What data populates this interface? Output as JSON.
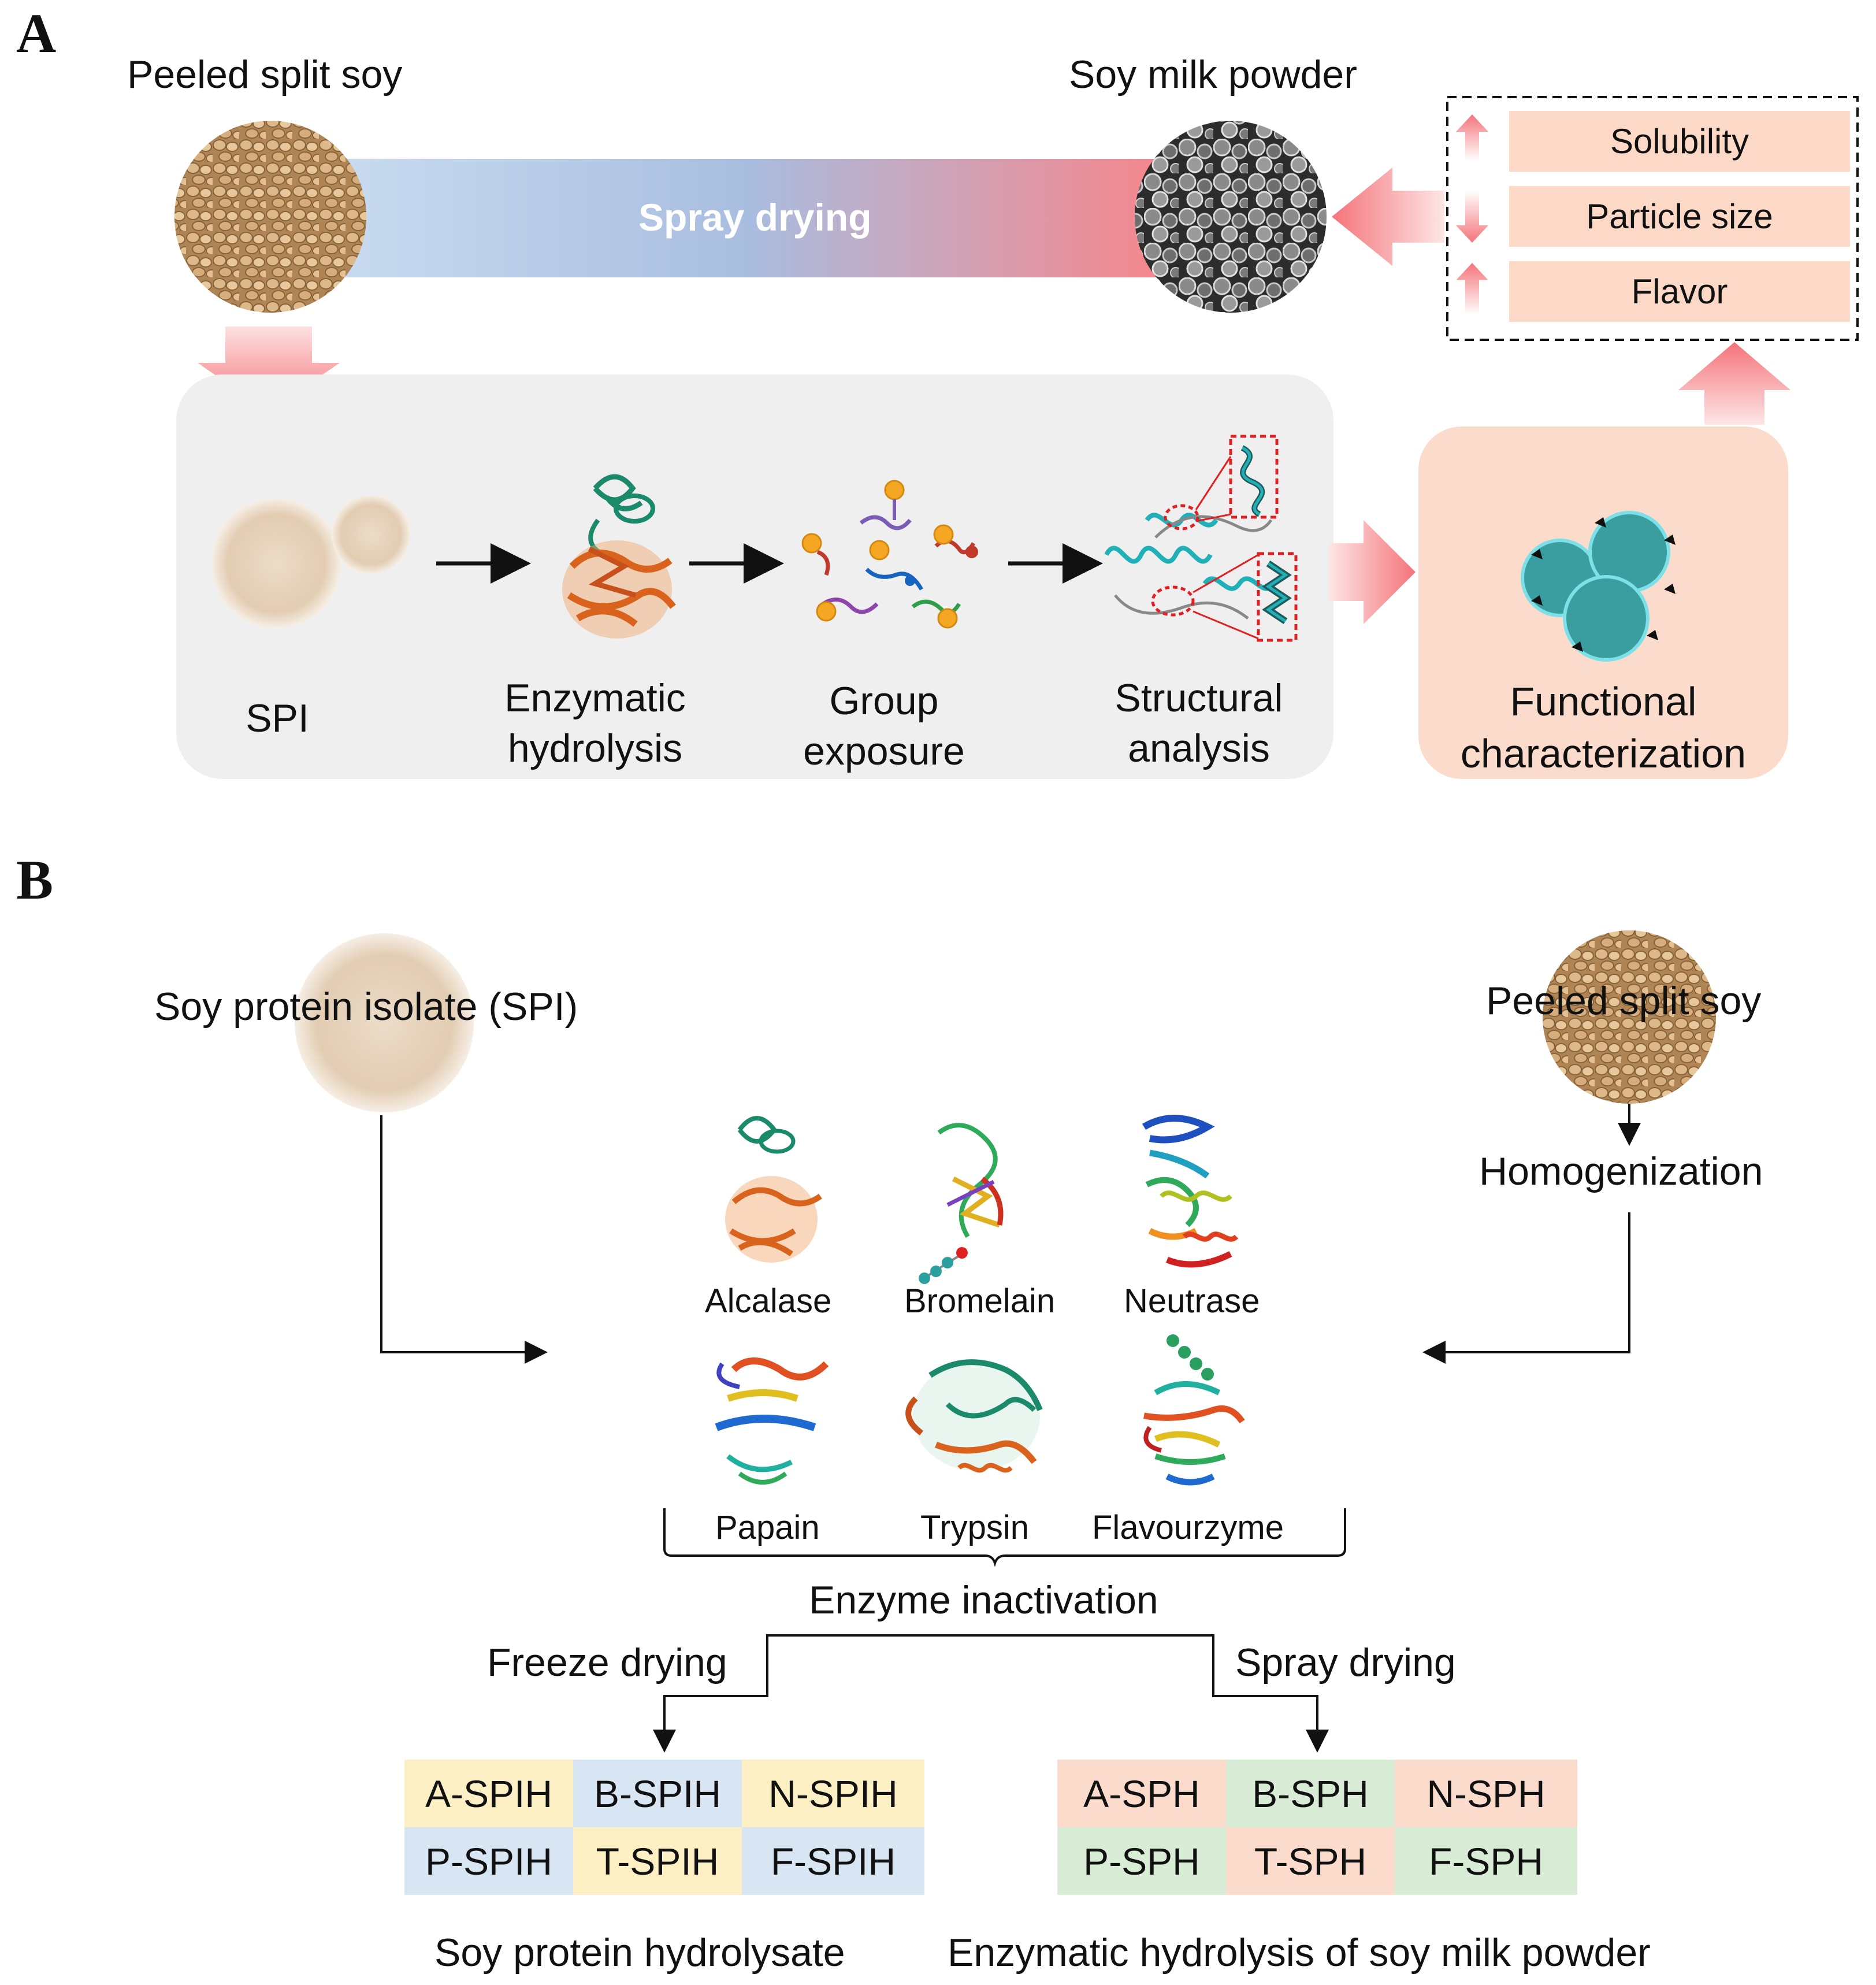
{
  "panel_a": {
    "letter": "A",
    "source_label": "Peeled split soy",
    "product_label": "Soy milk powder",
    "process_label": "Spray drying",
    "properties": [
      {
        "label": "Solubility",
        "trend": "up"
      },
      {
        "label": "Particle size",
        "trend": "down"
      },
      {
        "label": "Flavor",
        "trend": "up"
      }
    ],
    "steps": [
      {
        "label": "SPI"
      },
      {
        "label": "Enzymatic\nhydrolysis"
      },
      {
        "label": "Group\nexposure"
      },
      {
        "label": "Structural\nanalysis"
      }
    ],
    "functional_label": "Functional\ncharacterization",
    "colors": {
      "gradient_start": "#c9dcf0",
      "gradient_mid": "#a9bde0",
      "gradient_end": "#f8858a",
      "gray_panel": "#efefef",
      "peach_panel": "#fbdccc"
    }
  },
  "panel_b": {
    "letter": "B",
    "spi_label": "Soy protein isolate (SPI)",
    "soy_label": "Peeled split soy",
    "homogenization_label": "Homogenization",
    "enzymes": [
      "Alcalase",
      "Bromelain",
      "Neutrase",
      "Papain",
      "Trypsin",
      "Flavourzyme"
    ],
    "inactivation_label": "Enzyme inactivation",
    "left_branch_label": "Freeze drying",
    "right_branch_label": "Spray drying",
    "left_table": {
      "rows": [
        [
          {
            "label": "A-SPIH",
            "color": "yellow"
          },
          {
            "label": "B-SPIH",
            "color": "blue"
          },
          {
            "label": "N-SPIH",
            "color": "yellow"
          }
        ],
        [
          {
            "label": "P-SPIH",
            "color": "blue"
          },
          {
            "label": "T-SPIH",
            "color": "yellow"
          },
          {
            "label": "F-SPIH",
            "color": "blue"
          }
        ]
      ],
      "caption": "Soy protein hydrolysate"
    },
    "right_table": {
      "rows": [
        [
          {
            "label": "A-SPH",
            "color": "peach"
          },
          {
            "label": "B-SPH",
            "color": "green"
          },
          {
            "label": "N-SPH",
            "color": "peach"
          }
        ],
        [
          {
            "label": "P-SPH",
            "color": "green"
          },
          {
            "label": "T-SPH",
            "color": "peach"
          },
          {
            "label": "F-SPH",
            "color": "green"
          }
        ]
      ],
      "caption": "Enzymatic hydrolysis of soy milk powder"
    }
  }
}
